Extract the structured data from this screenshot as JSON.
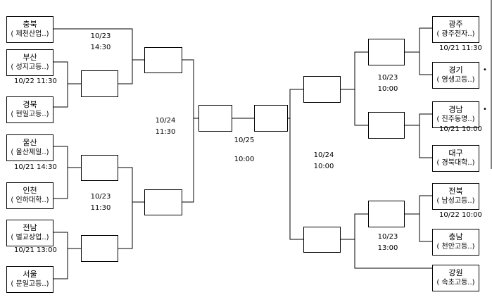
{
  "teams": {
    "chungbuk": {
      "region": "충북",
      "school": "( 제천산업..)"
    },
    "busan": {
      "region": "부산",
      "school": "( 성지고등..)"
    },
    "gyeongbuk": {
      "region": "경북",
      "school": "( 현일고등..)"
    },
    "ulsan": {
      "region": "울산",
      "school": "( 울산제일..)"
    },
    "incheon": {
      "region": "인천",
      "school": "( 인하대학..)"
    },
    "jeonnam": {
      "region": "전남",
      "school": "( 벌교상업..)"
    },
    "seoul": {
      "region": "서울",
      "school": "( 문일고등..)"
    },
    "gwangju": {
      "region": "광주",
      "school": "( 광주전자..)"
    },
    "gyeonggi": {
      "region": "경기",
      "school": "( 영생고등..)"
    },
    "gyeongnam": {
      "region": "경남",
      "school": "( 진주동명..)"
    },
    "daegu": {
      "region": "대구",
      "school": "( 경북대학..)"
    },
    "jeonbuk": {
      "region": "전북",
      "school": "( 남성고등..)"
    },
    "chungnam": {
      "region": "충남",
      "school": "( 천안고등..)"
    },
    "gangwon": {
      "region": "강원",
      "school": "( 속초고등..)"
    }
  },
  "schedule": {
    "busan": "10/22   11:30",
    "ulsan": "10/21   14:30",
    "jeonnam": "10/21   13:00",
    "gwangju": "10/21   11:30",
    "gyeongnam": "10/21   10:00",
    "jeonbuk": "10/22   10:00",
    "left_qf_top": {
      "date": "10/23",
      "time": "14:30"
    },
    "left_qf_bottom": {
      "date": "10/23",
      "time": "11:30"
    },
    "left_sf": {
      "date": "10/24",
      "time": "11:30"
    },
    "final": {
      "date": "10/25",
      "time": "10:00"
    },
    "right_sf": {
      "date": "10/24",
      "time": "10:00"
    },
    "right_qf_top": {
      "date": "10/23",
      "time": "10:00"
    },
    "right_qf_bottom": {
      "date": "10/23",
      "time": "13:00"
    }
  },
  "marks": {
    "bullet": "•"
  }
}
